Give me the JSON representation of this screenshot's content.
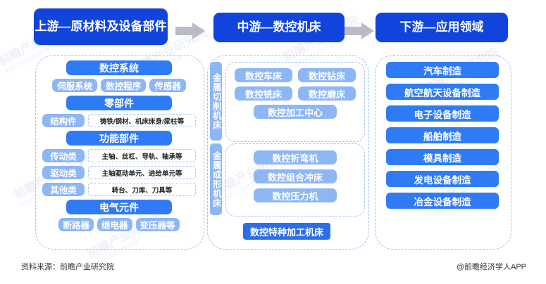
{
  "headers": {
    "upstream": "上游—原材料及设备部件",
    "midstream": "中游—数控机床",
    "downstream": "下游—应用领域"
  },
  "icons": {
    "arrow_1": "right-arrow-icon",
    "arrow_2": "right-arrow-icon"
  },
  "upstream": {
    "groups": [
      {
        "title": "数控系统",
        "chips": [
          "伺服系统",
          "数控程序",
          "传感器"
        ]
      },
      {
        "title": "零部件",
        "rows": [
          {
            "label": "结构件",
            "desc": "铸铁/钢材、机床床身/梁柱等"
          }
        ]
      },
      {
        "title": "功能部件",
        "rows": [
          {
            "label": "传动类",
            "desc": "主轴、丝杠、导轨、轴承等"
          },
          {
            "label": "驱动类",
            "desc": "主轴驱动单元、进给单元等"
          },
          {
            "label": "其他类",
            "desc": "转台、刀库、刀具等"
          }
        ]
      },
      {
        "title": "电气元件",
        "chips": [
          "断路器",
          "继电器",
          "变压器等"
        ]
      }
    ]
  },
  "midstream": {
    "groups": [
      {
        "vlabel": "金属切削机床",
        "rows": [
          [
            "数控车床",
            "数控钻床"
          ],
          [
            "数控铣床",
            "数控磨床"
          ],
          [
            "数控加工中心"
          ]
        ]
      },
      {
        "vlabel": "金属成形机床",
        "rows": [
          [
            "数控折弯机"
          ],
          [
            "数控组合冲床"
          ],
          [
            "数控压力机"
          ]
        ]
      }
    ],
    "bottom_item": "数控特种加工机床"
  },
  "downstream": {
    "items": [
      "汽车制造",
      "航空航天设备制造",
      "电子设备制造",
      "船舶制造",
      "模具制造",
      "发电设备制造",
      "冶金设备制造"
    ]
  },
  "footer": {
    "source": "资料来源：前瞻产业研究院",
    "app": "@前瞻经济学人APP"
  },
  "watermark": {
    "text": "前瞻产业研究院",
    "sub": "中国产业咨询领导者"
  },
  "colors": {
    "header_blue": "#1144dd",
    "pill_strong": "#2f7bf6",
    "pill_light": "#8db6f5",
    "pill_dark": "#2a6fe8",
    "dashed_border": "#9cc0f0",
    "arrow_gray": "#b9bcc4"
  }
}
